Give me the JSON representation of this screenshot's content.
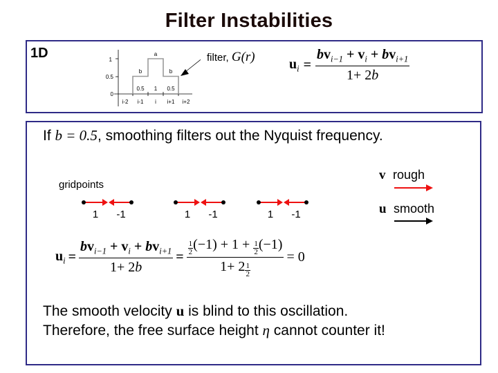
{
  "title": "Filter Instabilities",
  "top_panel": {
    "label": "1D",
    "filter_label": "filter, ",
    "filter_symbol": "G(r)",
    "filter_plot": {
      "y_ticks": [
        "1",
        "0.5",
        "0"
      ],
      "x_labels": [
        "i-2",
        "i-1",
        "i",
        "i+1",
        "i+2"
      ],
      "weights": [
        0.5,
        1,
        0.5
      ],
      "weight_labels": [
        "0.5",
        "1",
        "0.5"
      ],
      "top_labels": [
        "b",
        "a",
        "b"
      ]
    },
    "equation": {
      "lhs": "u",
      "lhs_sub": "i",
      "num": {
        "b1": "b",
        "v1": "v",
        "s1": "i−1",
        "plus1": " + ",
        "v2": "v",
        "s2": "i",
        "plus2": " + ",
        "b2": "b",
        "v3": "v",
        "s3": "i+1"
      },
      "den": "1+ 2",
      "den_b": "b",
      "eq": " = "
    }
  },
  "bottom_panel": {
    "line1_prefix": "If ",
    "line1_math": "b = 0.5",
    "line1_suffix": ", smoothing filters out the Nyquist frequency.",
    "gridpoints_label": "gridpoints",
    "gridpoint_groups": [
      {
        "left_value": "1",
        "right_value": "-1"
      },
      {
        "left_value": "1",
        "right_value": "-1"
      },
      {
        "left_value": "1",
        "right_value": "-1"
      }
    ],
    "legend": [
      {
        "symbol": "v",
        "label": "rough",
        "color": "#ee1111"
      },
      {
        "symbol": "u",
        "label": "smooth",
        "color": "#000000"
      }
    ],
    "equation": {
      "lhs": "u",
      "lhs_sub": "i",
      "eq": "=",
      "num1": {
        "b1": "b",
        "v1": "v",
        "s1": "i−1",
        "plus1": " + ",
        "v2": "v",
        "s2": "i",
        "plus2": " + ",
        "b2": "b",
        "v3": "v",
        "s3": "i+1"
      },
      "den1": "1+ 2",
      "den1_b": "b",
      "eq2": "=",
      "half": {
        "n": "1",
        "d": "2"
      },
      "num2_a": "(−1) + 1 + ",
      "num2_b": "(−1)",
      "den2": "1+ 2",
      "eq3": "= 0"
    },
    "line2_prefix": "The smooth velocity ",
    "line2_math": "u",
    "line2_suffix": " is blind to this oscillation.",
    "line3_prefix": "Therefore, the free surface height ",
    "line3_math": "η",
    "line3_suffix": " cannot counter it!"
  },
  "colors": {
    "border": "#2e2a86",
    "red_arrow": "#ee1111",
    "plot_line": "#999999"
  }
}
